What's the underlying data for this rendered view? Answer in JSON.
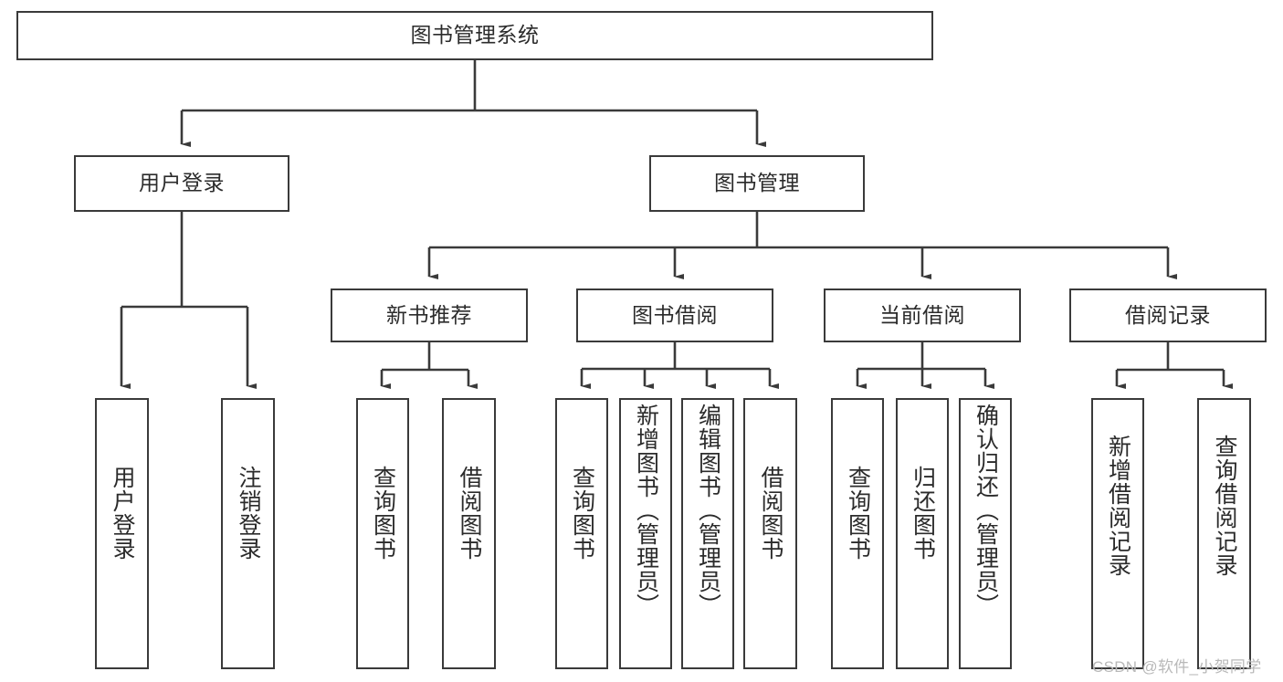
{
  "diagram": {
    "type": "tree-hierarchy",
    "title": "图书管理系统",
    "orientation": "top-down",
    "colors": {
      "box_border": "#3a3a3a",
      "box_fill": "#ffffff",
      "connector": "#3a3a3a",
      "text": "#2b2b2b",
      "watermark": "#b9b9b9"
    },
    "nodes": {
      "root": {
        "label": "图书管理系统"
      },
      "level2": [
        {
          "id": "user-login",
          "label": "用户登录"
        },
        {
          "id": "book-management",
          "label": "图书管理"
        }
      ],
      "level3": [
        {
          "id": "new-book-recommend",
          "label": "新书推荐"
        },
        {
          "id": "book-borrow",
          "label": "图书借阅"
        },
        {
          "id": "current-borrow",
          "label": "当前借阅"
        },
        {
          "id": "borrow-record",
          "label": "借阅记录"
        }
      ],
      "leaves": {
        "user-login": [
          {
            "id": "leaf-user-login",
            "label": "用户登录"
          },
          {
            "id": "leaf-user-logout",
            "label": "注销登录"
          }
        ],
        "new-book-recommend": [
          {
            "id": "leaf-query-book-1",
            "label": "查询图书"
          },
          {
            "id": "leaf-borrow-book-1",
            "label": "借阅图书"
          }
        ],
        "book-borrow": [
          {
            "id": "leaf-query-book-2",
            "label": "查询图书"
          },
          {
            "id": "leaf-add-book-admin",
            "label": "新增图书（管理员）"
          },
          {
            "id": "leaf-edit-book-admin",
            "label": "编辑图书（管理员）"
          },
          {
            "id": "leaf-borrow-book-2",
            "label": "借阅图书"
          }
        ],
        "current-borrow": [
          {
            "id": "leaf-query-book-3",
            "label": "查询图书"
          },
          {
            "id": "leaf-return-book",
            "label": "归还图书"
          },
          {
            "id": "leaf-confirm-return-admin",
            "label": "确认归还（管理员）"
          }
        ],
        "borrow-record": [
          {
            "id": "leaf-add-borrow-record",
            "label": "新增借阅记录"
          },
          {
            "id": "leaf-query-borrow-record",
            "label": "查询借阅记录"
          }
        ]
      }
    }
  },
  "watermark": {
    "text": "CSDN @软件_小贺同学"
  }
}
